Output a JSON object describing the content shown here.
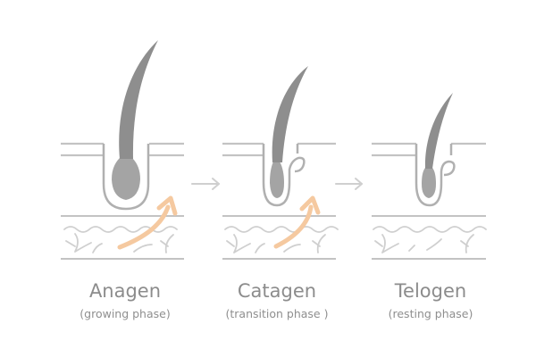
{
  "phases": [
    {
      "name": "Anagen",
      "description": "(growing phase)"
    },
    {
      "name": "Catagen",
      "description": "(transition phase )"
    },
    {
      "name": "Telogen",
      "description": "(resting phase)"
    }
  ],
  "colors": {
    "hair": "#8e8e8e",
    "bulb": "#a4a4a4",
    "follicle_outline": "#b0b0b0",
    "skin_lines": "#c3c3c3",
    "tissue_lines": "#cfcfcf",
    "phase_arrow": "#cfcfcf",
    "growth_arrow": "#f5c9a0"
  },
  "icons": [
    "hair-follicle-icon",
    "growth-arrow-icon",
    "right-arrow-icon"
  ]
}
